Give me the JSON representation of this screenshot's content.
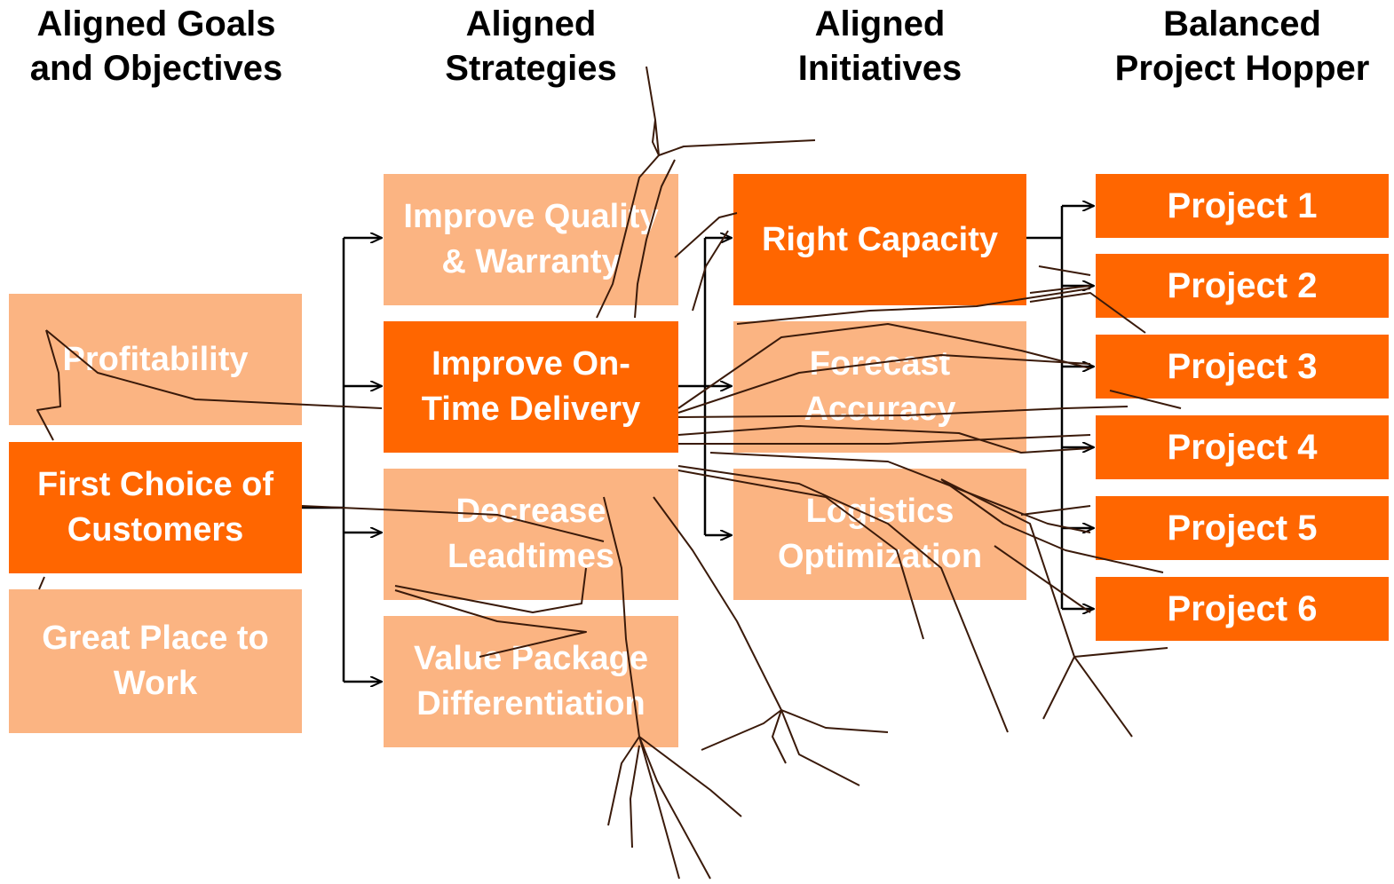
{
  "headers": {
    "goals": "Aligned Goals\nand Objectives",
    "strategies": "Aligned\nStrategies",
    "initiatives": "Aligned\nInitiatives",
    "hopper": "Balanced\nProject  Hopper"
  },
  "goals": [
    {
      "label": "Profitability",
      "active": false
    },
    {
      "label": "First Choice of\nCustomers",
      "active": true
    },
    {
      "label": "Great Place to\nWork",
      "active": false
    }
  ],
  "strategies": [
    {
      "label": "Improve Quality\n& Warranty",
      "active": false
    },
    {
      "label": "Improve On-\nTime Delivery",
      "active": true
    },
    {
      "label": "Decrease\nLeadtimes",
      "active": false
    },
    {
      "label": "Value Package\nDifferentiation",
      "active": false
    }
  ],
  "initiatives": [
    {
      "label": "Right Capacity",
      "active": true
    },
    {
      "label": "Forecast\nAccuracy",
      "active": false
    },
    {
      "label": "Logistics\nOptimization",
      "active": false
    }
  ],
  "projects": [
    "Project 1",
    "Project 2",
    "Project 3",
    "Project 4",
    "Project 5",
    "Project 6"
  ],
  "colors": {
    "active": "#ff6600",
    "inactive": "#fbb482",
    "text": "#ffffff",
    "lines": "#000000"
  }
}
